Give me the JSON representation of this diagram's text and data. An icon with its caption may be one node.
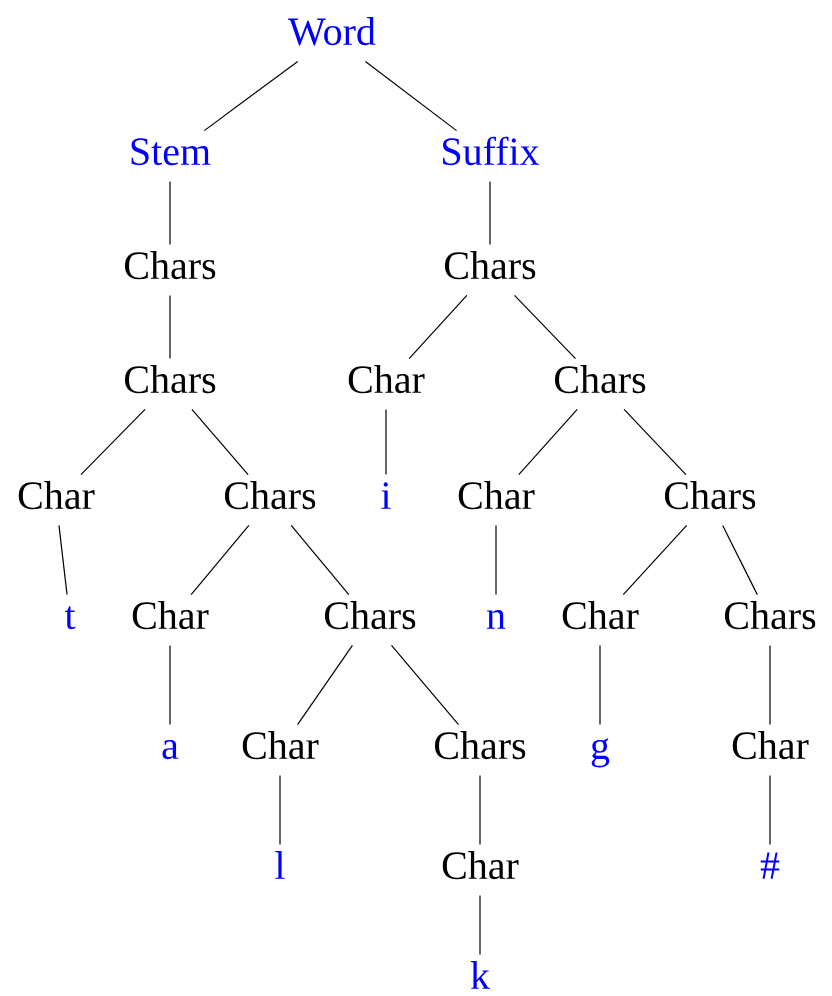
{
  "diagram": {
    "nodes": [
      {
        "text": [
          "Word"
        ]
      },
      {
        "text": [
          "Stem"
        ]
      },
      {
        "text": [
          "Suffix"
        ]
      },
      {
        "text": [
          "Chars"
        ]
      },
      {
        "text": [
          "Chars"
        ]
      },
      {
        "text": [
          "Chars"
        ]
      },
      {
        "text": [
          "Char"
        ]
      },
      {
        "text": [
          "Chars"
        ]
      },
      {
        "text": [
          "Char"
        ]
      },
      {
        "text": [
          "Chars"
        ]
      },
      {
        "text": [
          "i"
        ]
      },
      {
        "text": [
          "Char"
        ]
      },
      {
        "text": [
          "Chars"
        ]
      },
      {
        "text": [
          "t"
        ]
      },
      {
        "text": [
          "Char"
        ]
      },
      {
        "text": [
          "Chars"
        ]
      },
      {
        "text": [
          "n"
        ]
      },
      {
        "text": [
          "Char"
        ]
      },
      {
        "text": [
          "Chars"
        ]
      },
      {
        "text": [
          "a"
        ]
      },
      {
        "text": [
          "Char"
        ]
      },
      {
        "text": [
          "Chars"
        ]
      },
      {
        "text": [
          "g"
        ]
      },
      {
        "text": [
          "Char"
        ]
      },
      {
        "text": [
          "l"
        ]
      },
      {
        "text": [
          "Char"
        ]
      },
      {
        "text": [
          "#"
        ]
      },
      {
        "text": [
          "k"
        ]
      }
    ],
    "edges": [
      {
        "from": 0,
        "to": 1,
        "arrow": "none"
      },
      {
        "from": 0,
        "to": 2,
        "arrow": "none"
      },
      {
        "from": 1,
        "to": 3,
        "arrow": "none"
      },
      {
        "from": 2,
        "to": 4,
        "arrow": "none"
      },
      {
        "from": 3,
        "to": 5,
        "arrow": "none"
      },
      {
        "from": 4,
        "to": 6,
        "arrow": "none"
      },
      {
        "from": 4,
        "to": 7,
        "arrow": "none"
      },
      {
        "from": 5,
        "to": 8,
        "arrow": "none"
      },
      {
        "from": 5,
        "to": 9,
        "arrow": "none"
      },
      {
        "from": 6,
        "to": 10,
        "arrow": "none"
      },
      {
        "from": 7,
        "to": 11,
        "arrow": "none"
      },
      {
        "from": 7,
        "to": 12,
        "arrow": "none"
      },
      {
        "from": 8,
        "to": 13,
        "arrow": "none"
      },
      {
        "from": 9,
        "to": 14,
        "arrow": "none"
      },
      {
        "from": 9,
        "to": 15,
        "arrow": "none"
      },
      {
        "from": 11,
        "to": 16,
        "arrow": "none"
      },
      {
        "from": 12,
        "to": 17,
        "arrow": "none"
      },
      {
        "from": 12,
        "to": 18,
        "arrow": "none"
      },
      {
        "from": 14,
        "to": 19,
        "arrow": "none"
      },
      {
        "from": 15,
        "to": 20,
        "arrow": "none"
      },
      {
        "from": 15,
        "to": 21,
        "arrow": "none"
      },
      {
        "from": 17,
        "to": 22,
        "arrow": "none"
      },
      {
        "from": 18,
        "to": 23,
        "arrow": "none"
      },
      {
        "from": 20,
        "to": 24,
        "arrow": "none"
      },
      {
        "from": 21,
        "to": 25,
        "arrow": "none"
      },
      {
        "from": 23,
        "to": 26,
        "arrow": "none"
      },
      {
        "from": 25,
        "to": 27,
        "arrow": "none"
      }
    ]
  }
}
